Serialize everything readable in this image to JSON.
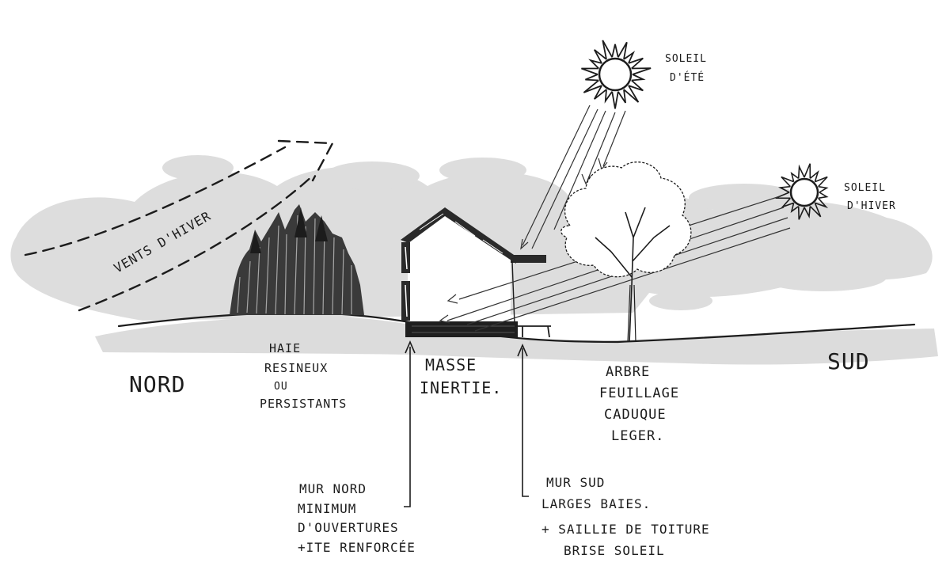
{
  "labels": {
    "vents": "VENTS D'HIVER",
    "soleil_ete_1": "SOLEIL",
    "soleil_ete_2": "D'ÉTÉ",
    "soleil_hiver_1": "SOLEIL",
    "soleil_hiver_2": "D'HIVER",
    "nord": "NORD",
    "sud": "SUD",
    "haie_1": "HAIE",
    "haie_2": "RESINEUX",
    "haie_3": "OU",
    "haie_4": "PERSISTANTS",
    "masse_1": "MASSE",
    "masse_2": "INERTIE.",
    "arbre_1": "ARBRE",
    "arbre_2": "FEUILLAGE",
    "arbre_3": "CADUQUE",
    "arbre_4": "LEGER.",
    "mur_nord_1": "MUR NORD",
    "mur_nord_2": "MINIMUM",
    "mur_nord_3": "D'OUVERTURES",
    "mur_nord_4": "+ITE RENFORCÉE",
    "mur_sud_1": "MUR SUD",
    "mur_sud_2": "LARGES BAIES.",
    "mur_sud_3": "+ SAILLIE DE TOITURE",
    "mur_sud_4": "BRISE SOLEIL"
  },
  "colors": {
    "ink": "#1c1c1c",
    "cloud": "#d9d9d9",
    "ground": "#dcdcdc"
  }
}
